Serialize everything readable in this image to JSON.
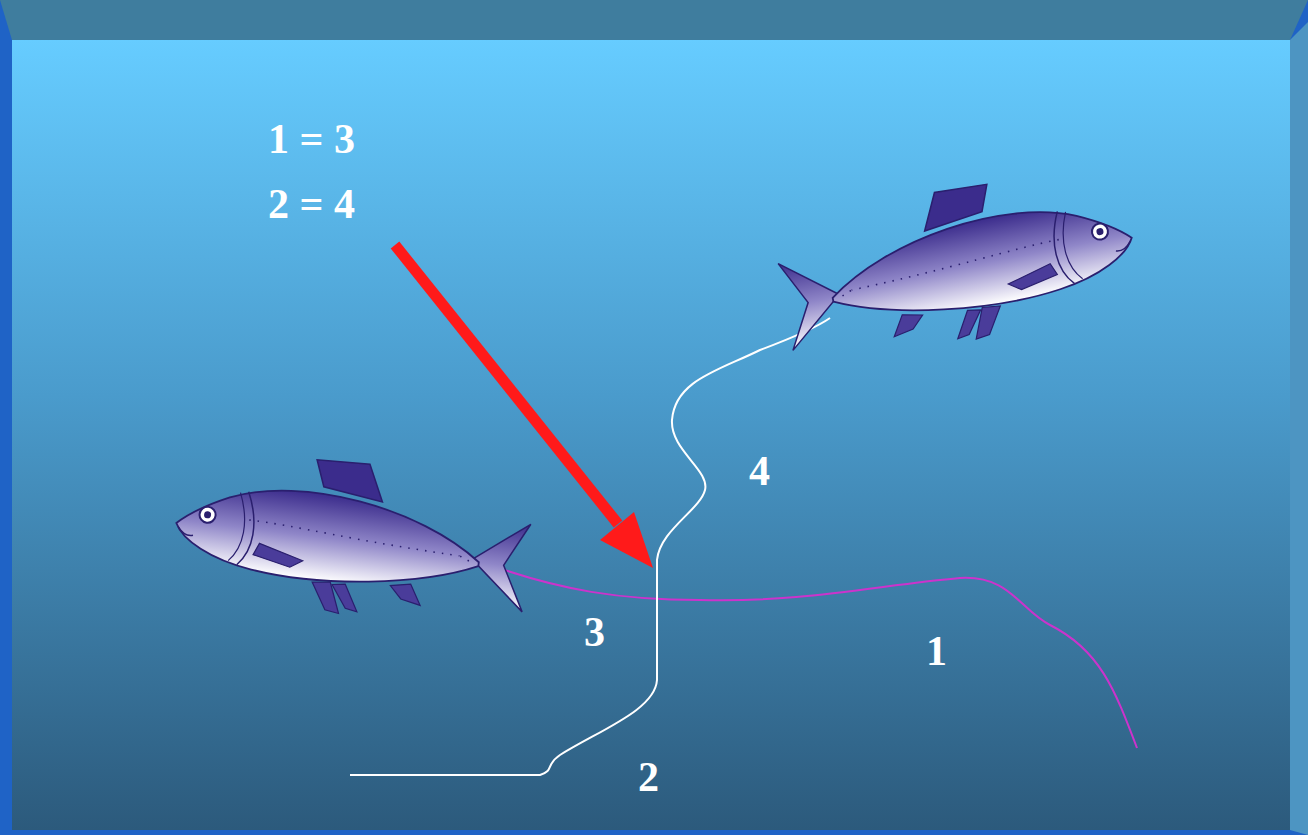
{
  "diagram": {
    "labels": [
      "1 = 3",
      "2 = 4",
      "4",
      "3",
      "1",
      "2"
    ]
  }
}
